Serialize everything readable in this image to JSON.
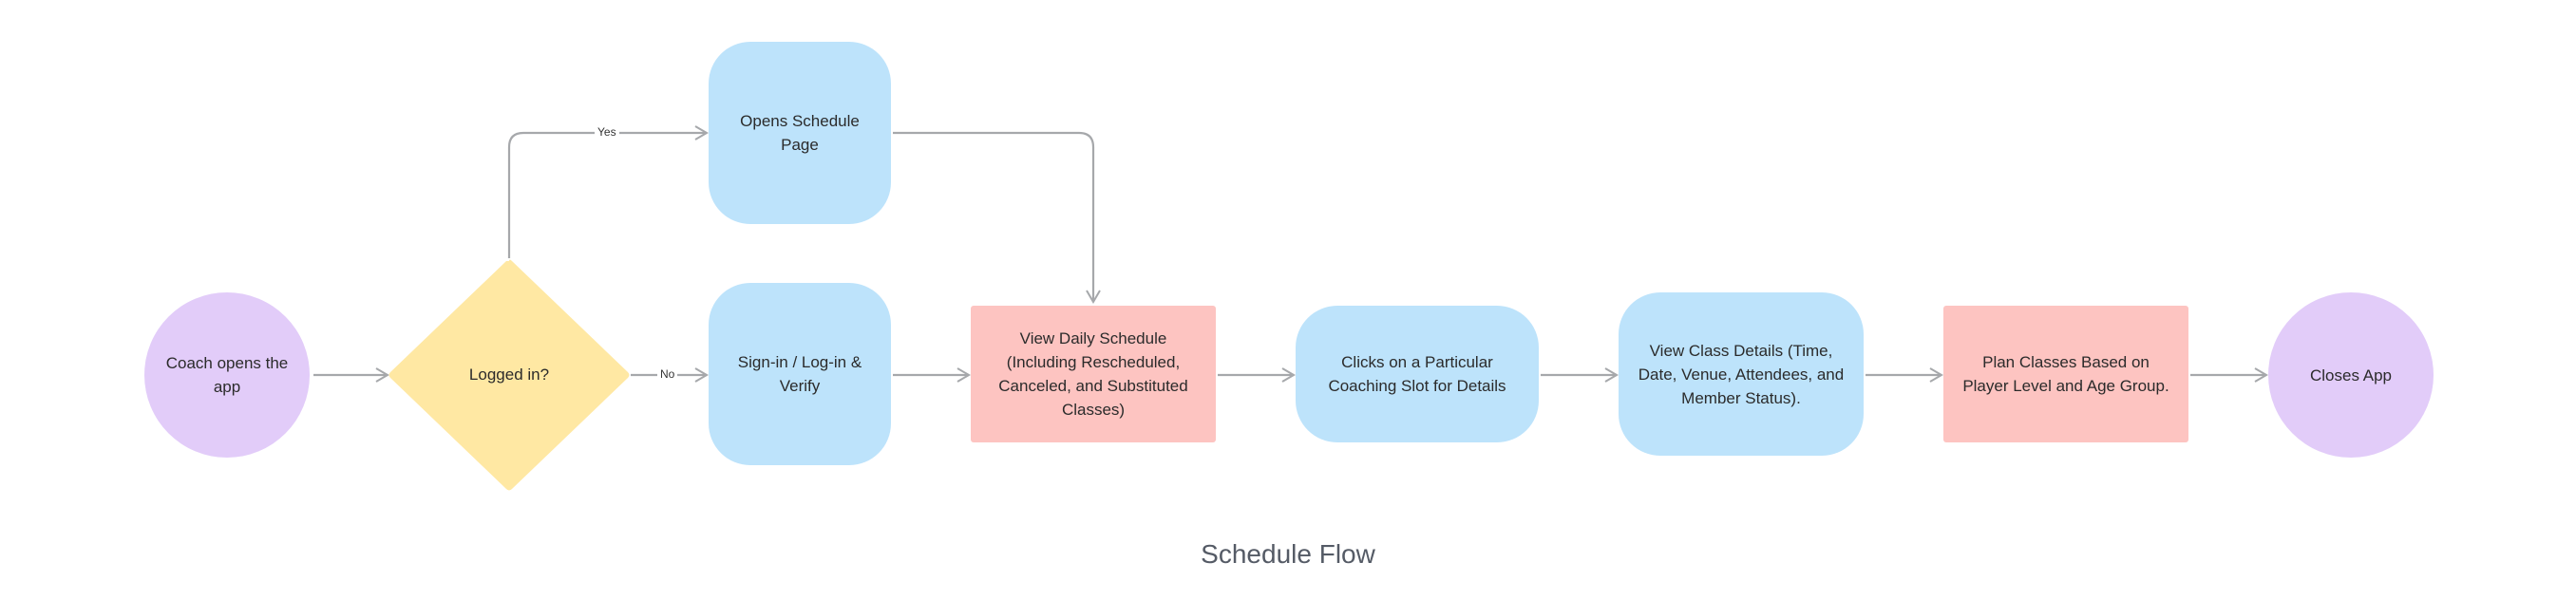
{
  "diagram": {
    "title": "Schedule Flow",
    "colors": {
      "purple": "#e2ccf9",
      "yellow": "#ffe8a3",
      "blue": "#bde3fb",
      "red": "#fdc4c1",
      "connector": "#a6a8ab"
    },
    "nodes": {
      "start": "Coach opens the app",
      "decision": "Logged in?",
      "open_schedule": "Opens Schedule Page",
      "sign_in": "Sign-in / Log-in & Verify",
      "view_daily": "View Daily Schedule (Including Rescheduled, Canceled, and Substituted Classes)",
      "click_slot": "Clicks on a Particular Coaching Slot for Details",
      "view_details": "View Class Details (Time, Date, Venue, Attendees, and Member Status).",
      "plan_classes": "Plan Classes Based on Player Level and Age Group.",
      "close_app": "Closes App"
    },
    "edge_labels": {
      "yes": "Yes",
      "no": "No"
    }
  }
}
